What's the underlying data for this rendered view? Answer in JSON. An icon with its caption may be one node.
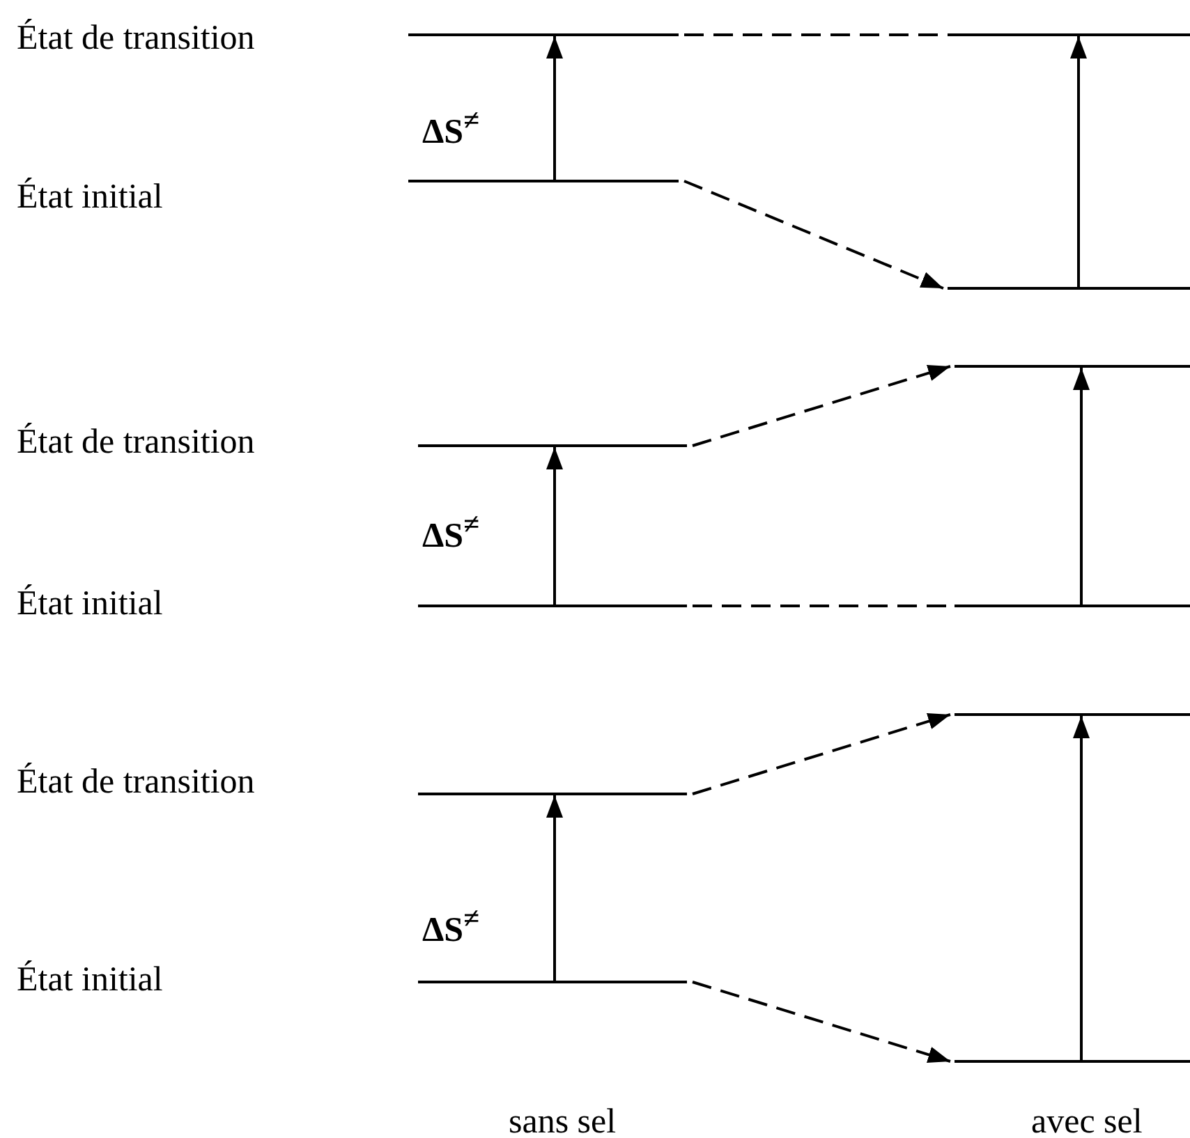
{
  "diagram": {
    "nodes": [
      {
        "text": [],
        "shape": "bar"
      },
      {
        "text": [],
        "shape": "bar"
      },
      {
        "text": [],
        "shape": "bar"
      },
      {
        "text": [],
        "shape": "bar"
      },
      {
        "text": [],
        "shape": "bar"
      },
      {
        "text": [],
        "shape": "bar"
      },
      {
        "text": [],
        "shape": "bar"
      },
      {
        "text": [],
        "shape": "bar"
      },
      {
        "text": [],
        "shape": "bar"
      },
      {
        "text": [],
        "shape": "bar"
      },
      {
        "text": [],
        "shape": "bar"
      },
      {
        "text": [],
        "shape": "bar"
      }
    ],
    "edges": [
      {
        "from": 1,
        "to": 0,
        "arrow": "to"
      },
      {
        "from": 0,
        "to": 2,
        "arrow": "none",
        "style": "dashed"
      },
      {
        "from": 1,
        "to": 3,
        "arrow": "to",
        "style": "dashed"
      },
      {
        "from": 3,
        "to": 2,
        "arrow": "to"
      },
      {
        "from": 5,
        "to": 4,
        "arrow": "to"
      },
      {
        "from": 4,
        "to": 6,
        "arrow": "to",
        "style": "dashed"
      },
      {
        "from": 5,
        "to": 7,
        "arrow": "none",
        "style": "dashed"
      },
      {
        "from": 7,
        "to": 6,
        "arrow": "to"
      },
      {
        "from": 9,
        "to": 8,
        "arrow": "to"
      },
      {
        "from": 8,
        "to": 10,
        "arrow": "to",
        "style": "dashed"
      },
      {
        "from": 9,
        "to": 11,
        "arrow": "to",
        "style": "dashed"
      },
      {
        "from": 11,
        "to": 10,
        "arrow": "to"
      }
    ],
    "labels": [
      "État de transition",
      "ΔS$^{≠}$",
      "État initial",
      "État de transition",
      "ΔS$^{≠}$",
      "État initial",
      "État de transition",
      "ΔS$^{≠}$",
      "État initial",
      "sans sel",
      "avec sel"
    ]
  }
}
